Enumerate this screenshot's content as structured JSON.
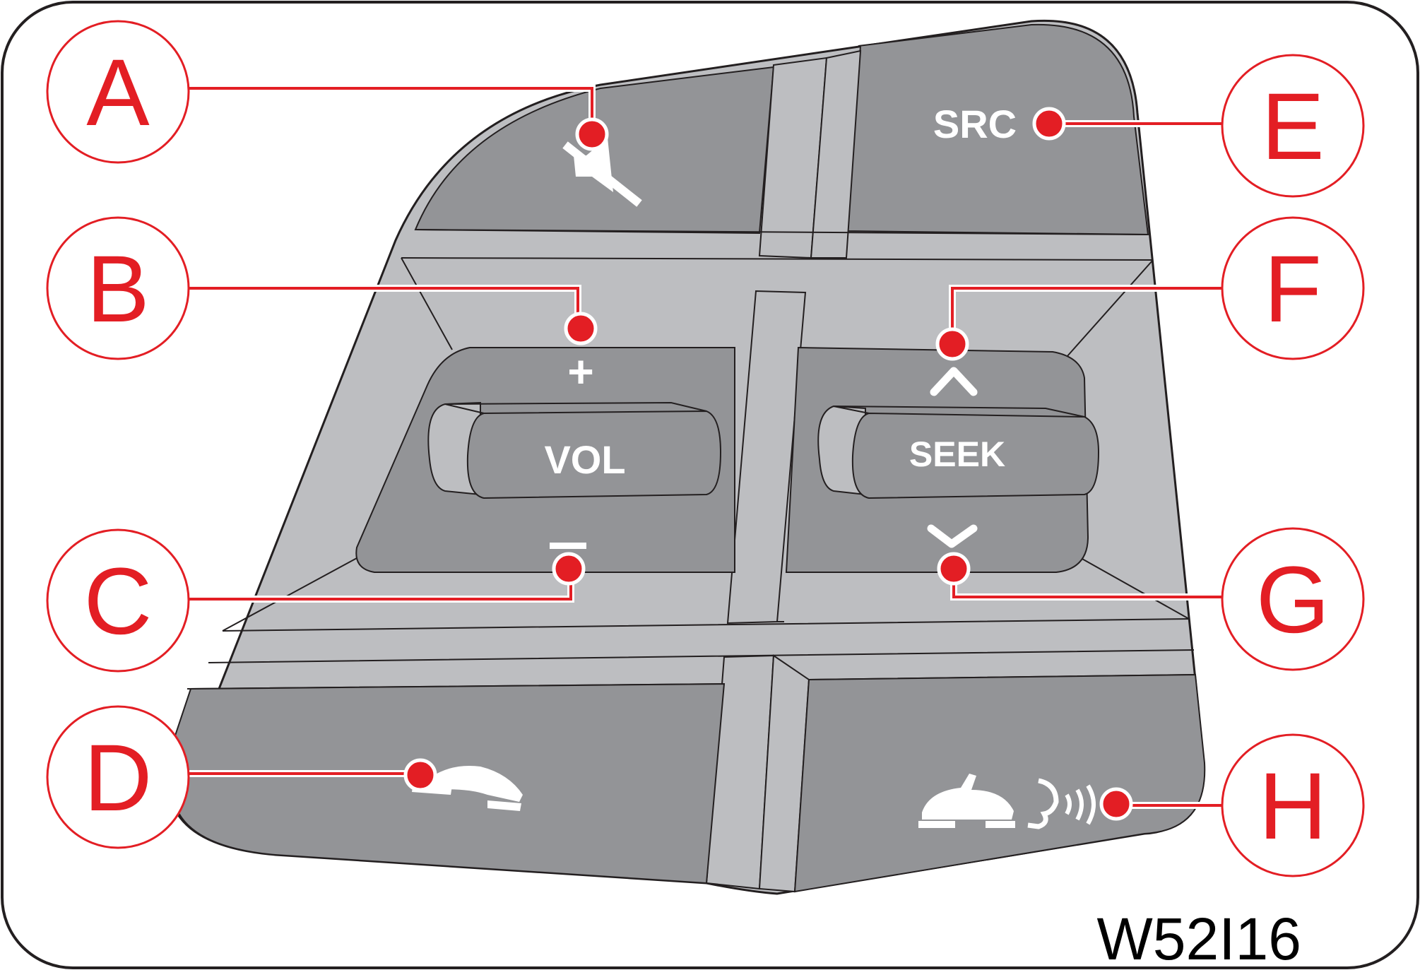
{
  "colors": {
    "panel_light": "#bdbec1",
    "panel_dark": "#939497",
    "callout_red": "#e31e24",
    "outline": "#231f20",
    "symbol": "#ffffff"
  },
  "callouts": [
    {
      "letter": "A",
      "target": "mute-button"
    },
    {
      "letter": "B",
      "target": "volume-up"
    },
    {
      "letter": "C",
      "target": "volume-down"
    },
    {
      "letter": "D",
      "target": "hang-up-button"
    },
    {
      "letter": "E",
      "target": "source-button"
    },
    {
      "letter": "F",
      "target": "seek-up"
    },
    {
      "letter": "G",
      "target": "seek-down"
    },
    {
      "letter": "H",
      "target": "answer-voice-button"
    }
  ],
  "buttons": {
    "src_label": "SRC",
    "vol_label": "VOL",
    "seek_label": "SEEK",
    "plus_symbol": "+"
  },
  "icons": {
    "mute": "speaker-muted-icon",
    "volume_down": "minus-icon",
    "seek_up": "chevron-up-icon",
    "seek_down": "chevron-down-icon",
    "hang_up": "phone-hang-up-icon",
    "answer_voice": "phone-answer-voice-command-icon"
  },
  "figure_code": "W52I16"
}
